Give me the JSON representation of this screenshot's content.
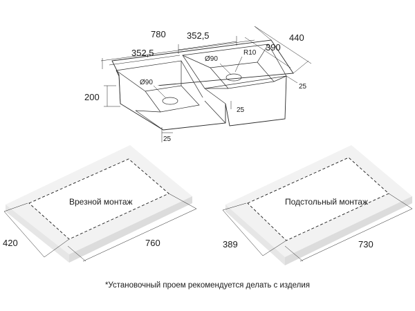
{
  "sink": {
    "width": "780",
    "depth": "440",
    "bowl_left_width": "352,5",
    "bowl_right_width": "352,5",
    "bowl_depth": "390",
    "height": "200",
    "drain_left": "Ø90",
    "drain_right": "Ø90",
    "radius": "R10",
    "offset_right": "25",
    "offset_middle": "25",
    "offset_bottom": "25"
  },
  "cutout_left": {
    "label": "Врезной монтаж",
    "width": "760",
    "depth": "420"
  },
  "cutout_right": {
    "label": "Подстольный монтаж",
    "width": "730",
    "depth": "389"
  },
  "footnote": "*Установочный проем рекомендуется делать с изделия"
}
